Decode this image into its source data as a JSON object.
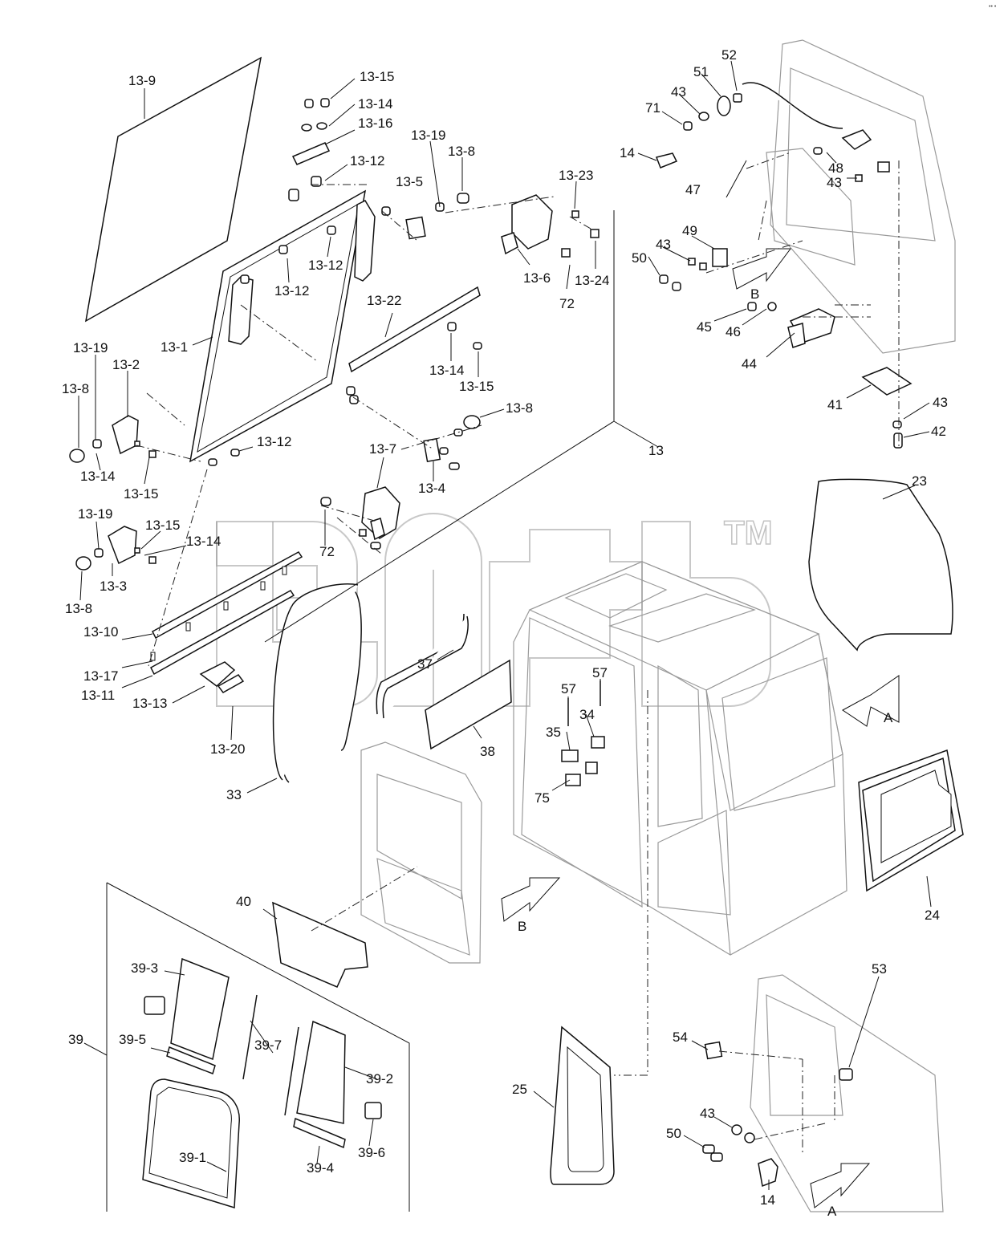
{
  "diagram": {
    "labels": {
      "l_13_9": "13-9",
      "l_13_15a": "13-15",
      "l_13_14a": "13-14",
      "l_13_16": "13-16",
      "l_13_12a": "13-12",
      "l_13_19a": "13-19",
      "l_13_8a": "13-8",
      "l_13_5": "13-5",
      "l_13_23": "13-23",
      "l_13_12b": "13-12",
      "l_13_12c": "13-12",
      "l_13_6": "13-6",
      "l_13_24": "13-24",
      "l_72a": "72",
      "l_13_22": "13-22",
      "l_13_1": "13-1",
      "l_13_14b": "13-14",
      "l_13_15b": "13-15",
      "l_13_19b": "13-19",
      "l_13_2": "13-2",
      "l_13_8b": "13-8",
      "l_13_14c": "13-14",
      "l_13_15c": "13-15",
      "l_13_12d": "13-12",
      "l_13_8c": "13-8",
      "l_13_7": "13-7",
      "l_13_4": "13-4",
      "l_13": "13",
      "l_13_19c": "13-19",
      "l_13_15d": "13-15",
      "l_13_14d": "13-14",
      "l_72b": "72",
      "l_13_3": "13-3",
      "l_13_8d": "13-8",
      "l_13_10": "13-10",
      "l_13_17": "13-17",
      "l_13_11": "13-11",
      "l_13_13": "13-13",
      "l_13_20": "13-20",
      "l_33": "33",
      "l_37": "37",
      "l_38": "38",
      "l_57a": "57",
      "l_57b": "57",
      "l_34": "34",
      "l_35": "35",
      "l_75": "75",
      "l_52": "52",
      "l_51": "51",
      "l_43a": "43",
      "l_71": "71",
      "l_14a": "14",
      "l_48": "48",
      "l_43b": "43",
      "l_47": "47",
      "l_43c": "43",
      "l_49": "49",
      "l_50a": "50",
      "l_45": "45",
      "l_46": "46",
      "l_44": "44",
      "l_41": "41",
      "l_43d": "43",
      "l_42": "42",
      "l_23": "23",
      "l_24": "24",
      "l_40": "40",
      "l_39_3": "39-3",
      "l_39": "39",
      "l_39_5": "39-5",
      "l_39_7": "39-7",
      "l_39_2": "39-2",
      "l_39_1": "39-1",
      "l_39_6": "39-6",
      "l_39_4": "39-4",
      "l_25": "25",
      "l_53": "53",
      "l_54": "54",
      "l_43e": "43",
      "l_50b": "50",
      "l_14b": "14"
    },
    "view_markers": {
      "A1": "A",
      "A2": "A",
      "B1": "B",
      "B2": "B"
    },
    "watermark": {
      "trademark": "TM"
    },
    "colors": {
      "line": "#111111",
      "ghost": "#9a9a9a",
      "background": "#ffffff"
    }
  }
}
